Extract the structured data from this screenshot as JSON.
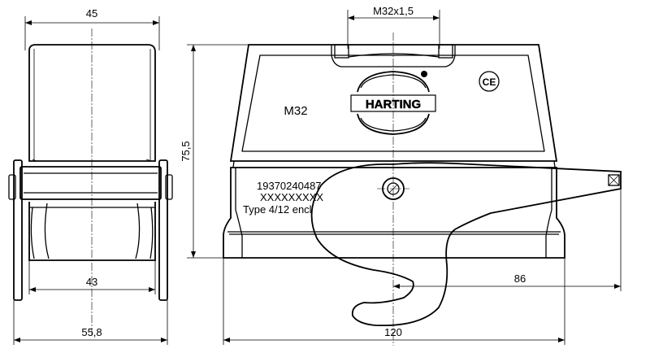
{
  "dimensions": {
    "side_top_width": "45",
    "side_inner_width": "43",
    "side_overall_width": "55,8",
    "thread": "M32x1,5",
    "height": "75,5",
    "front_width": "120",
    "lever_reach": "86"
  },
  "markings": {
    "size_label": "M32",
    "part_number": "19370240487",
    "placeholder_code": "XXXXXXXXX",
    "enclosure_text": "Type 4/12 encl",
    "brand": "HARTING",
    "certification": "CE"
  },
  "colors": {
    "line": "#000000",
    "background": "#ffffff"
  }
}
